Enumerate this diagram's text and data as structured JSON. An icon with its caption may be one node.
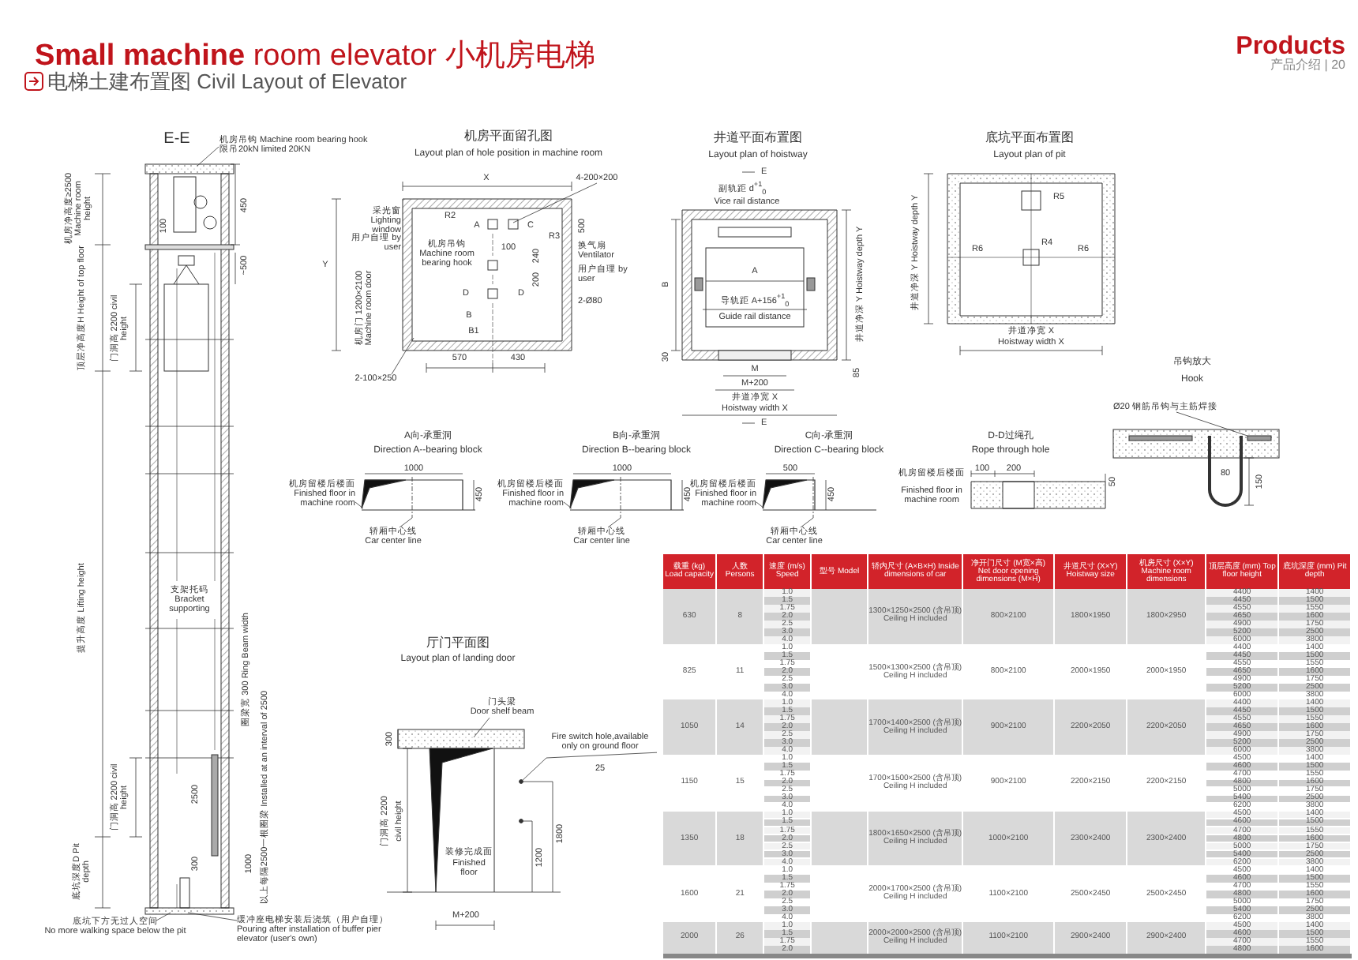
{
  "diagram": {
    "title": "**Small machine** room elevator 小机房电梯",
    "nodes": [
      {
        "text": [
          "机房吊钩 Machine room bearing hook",
          "限吊20kN limited 20KN"
        ]
      },
      {
        "text": [
          "4-200×200"
        ]
      },
      {
        "text": [
          "2-100×250"
        ]
      },
      {
        "text": [
          "Ø20 钢筋吊钩与主筋焊接"
        ]
      },
      {
        "text": [
          "机房留楼后楼面",
          "Finished floor in machine room"
        ]
      },
      {
        "text": [
          "轿厢中心线",
          "Car center line"
        ]
      },
      {
        "text": [
          "机房留楼后楼面",
          "Finished floor in machine room"
        ]
      },
      {
        "text": [
          "轿厢中心线",
          "Car center line"
        ]
      },
      {
        "text": [
          "机房留楼后楼面",
          "Finished floor in machine room"
        ]
      },
      {
        "text": [
          "轿厢中心线",
          "Car center line"
        ]
      },
      {
        "text": [
          "门头梁",
          "Door shelf beam"
        ]
      },
      {
        "text": [
          "Fire switch hole,available only on ground floor"
        ]
      },
      {
        "text": [
          "底坑下方无过人空间",
          "No more walking space below the pit"
        ]
      },
      {
        "text": [
          "缓冲座电梯安装后浇筑（用户自理）",
          "Pouring after installation of buffer pier elevator (user's own)"
        ]
      },
      {
        "text": [],
        "shape": "picture"
      },
      {
        "text": [],
        "shape": "picture"
      },
      {
        "text": [],
        "shape": "picture"
      },
      {
        "text": [],
        "shape": "picture"
      },
      {
        "text": [],
        "shape": "picture"
      },
      {
        "text": [],
        "shape": "picture"
      },
      {
        "text": [],
        "shape": "picture"
      }
    ],
    "edges": [
      {
        "from": 0,
        "to": 14,
        "arrow": "none"
      },
      {
        "from": 1,
        "to": 15,
        "arrow": "none"
      },
      {
        "from": 2,
        "to": 15,
        "arrow": "none"
      },
      {
        "from": 3,
        "to": 16,
        "arrow": "none"
      },
      {
        "from": 4,
        "to": 17,
        "arrow": "none"
      },
      {
        "from": 5,
        "to": 17,
        "arrow": "none"
      },
      {
        "from": 6,
        "to": 18,
        "arrow": "none"
      },
      {
        "from": 7,
        "to": 18,
        "arrow": "none"
      },
      {
        "from": 8,
        "to": 19,
        "arrow": "none"
      },
      {
        "from": 9,
        "to": 19,
        "arrow": "none"
      },
      {
        "from": 10,
        "to": 20,
        "arrow": "none"
      },
      {
        "from": 11,
        "to": 20,
        "arrow": "none"
      },
      {
        "from": 12,
        "to": 14,
        "arrow": "none"
      },
      {
        "from": 13,
        "to": 14,
        "arrow": "none"
      }
    ],
    "labels": [
      "电梯土建布置图 Civil Layout of Elevator",
      "Products",
      "产品介绍 | 20",
      "E-E",
      "机房净高度≥2500 Machine room height",
      "100",
      "450",
      "~500",
      "顶层净高度H Height of top floor",
      "门洞高 2200 civil height",
      "提升高度 Lifting height",
      "支架托码 Bracket supporting",
      "圈梁宽 300 Ring Beam width",
      "门洞高 2200 civil height",
      "2500",
      "以上每隔2500一根圈梁 Installed at an interval of 2500",
      "底坑深度D Pit depth",
      "300",
      "1000",
      "机房平面留孔图",
      "Layout plan of hole position in machine room",
      "X",
      "采光窗 Lighting window",
      "R2",
      "A",
      "C",
      "500",
      "R3",
      "用户自理 by user",
      "机房吊钩 Machine room bearing hook",
      "100",
      "240",
      "换气扇 Ventilator",
      "Y",
      "200",
      "用户自理 by user",
      "机房门 1200×2100 Machine room door",
      "D",
      "D",
      "2-Ø80",
      "B",
      "B1",
      "570",
      "430",
      "井道平面布置图",
      "Layout plan of hoistway",
      "E",
      "副轨距 d$^{+1}$$_{0}$",
      "Vice rail distance",
      "A",
      "B",
      "井道净深 Y Hoistway depth Y",
      "导轨距 A+156$^{+1}$$_{0}$",
      "Guide rail distance",
      "30",
      "85",
      "M",
      "M+200",
      "井道净宽 X",
      "Hoistway width X",
      "E",
      "底坑平面布置图",
      "Layout plan of pit",
      "R5",
      "井道净深 Y Hoistway depth Y",
      "R6",
      "R4",
      "R6",
      "井道净宽 X",
      "Hoistway width X",
      "吊钩放大",
      "Hook",
      "80",
      "150",
      "A向-承重洞",
      "Direction A--bearing block",
      "1000",
      "450",
      "B向-承重洞",
      "Direction B--bearing block",
      "1000",
      "450",
      "C向-承重洞",
      "Direction C--bearing block",
      "500",
      "450",
      "D-D过绳孔",
      "Rope through hole",
      "机房留楼后楼面",
      "100",
      "200",
      "50",
      "Finished floor in machine room",
      "厅门平面图",
      "Layout plan of landing door",
      "300",
      "25",
      "门洞高 2200",
      "civil height",
      "装修完成面",
      "1200",
      "1800",
      "Finished floor",
      "M+200",
      "载重 (kg) Load capacity",
      "人数 Persons",
      "速度 (m/s) Speed",
      "型号 Model",
      "轿内尺寸 (A×B×H) Inside dimensions of car",
      "净开门尺寸 (M宽×高) Net door opening dimensions (M×H)",
      "井道尺寸 (X×Y) Hoistway size",
      "机房尺寸 (X×Y) Machine room dimensions",
      "顶层高度 (mm) Top floor height",
      "底坑深度 (mm) Pit depth",
      "630",
      "8",
      "1.0",
      "1300×1250×2500 (含吊顶) Ceiling H included",
      "800×2100",
      "1800×1950",
      "1800×2950",
      "4400",
      "1400",
      "1.5",
      "4450",
      "1500",
      "1.75",
      "4550",
      "1550",
      "2.0",
      "4650",
      "1600",
      "2.5",
      "4900",
      "1750",
      "3.0",
      "5200",
      "2500",
      "4.0",
      "6000",
      "3800",
      "825",
      "11",
      "1.0",
      "1500×1300×2500 (含吊顶) Ceiling H included",
      "800×2100",
      "2000×1950",
      "2000×1950",
      "4400",
      "1400",
      "1.5",
      "4450",
      "1500",
      "1.75",
      "4550",
      "1550",
      "2.0",
      "4650",
      "1600",
      "2.5",
      "4900",
      "1750",
      "3.0",
      "5200",
      "2500",
      "4.0",
      "6000",
      "3800",
      "1050",
      "14",
      "1.0",
      "1700×1400×2500 (含吊顶) Ceiling H included",
      "900×2100",
      "2200×2050",
      "2200×2050",
      "4400",
      "1400",
      "1.5",
      "4450",
      "1500",
      "1.75",
      "4550",
      "1550",
      "2.0",
      "4650",
      "1600",
      "2.5",
      "4900",
      "1750",
      "3.0",
      "5200",
      "2500",
      "4.0",
      "6000",
      "3800",
      "1150",
      "15",
      "1.0",
      "1700×1500×2500 (含吊顶) Ceiling H included",
      "900×2100",
      "2200×2150",
      "2200×2150",
      "4500",
      "1400",
      "1.5",
      "4600",
      "1500",
      "1.75",
      "4700",
      "1550",
      "2.0",
      "4800",
      "1600",
      "2.5",
      "5000",
      "1750",
      "3.0",
      "5400",
      "2500",
      "4.0",
      "6200",
      "3800",
      "1350",
      "18",
      "1.0",
      "1800×1650×2500 (含吊顶) Ceiling H included",
      "1000×2100",
      "2300×2400",
      "2300×2400",
      "4500",
      "1400",
      "1.5",
      "4600",
      "1500",
      "1.75",
      "4700",
      "1550",
      "2.0",
      "4800",
      "1600",
      "2.5",
      "5000",
      "1750",
      "3.0",
      "5400",
      "2500",
      "4.0",
      "6200",
      "3800",
      "1600",
      "21",
      "1.0",
      "2000×1700×2500 (含吊顶) Ceiling H included",
      "1100×2100",
      "2500×2450",
      "2500×2450",
      "4500",
      "1400",
      "1.5",
      "4600",
      "1500",
      "1.75",
      "4700",
      "1550",
      "2.0",
      "4800",
      "1600",
      "2.5",
      "5000",
      "1750",
      "3.0",
      "5400",
      "2500",
      "4.0",
      "6200",
      "3800",
      "2000",
      "26",
      "1.0",
      "2000×2000×2500 (含吊顶) Ceiling H included",
      "1100×2100",
      "2900×2400",
      "2900×2400",
      "4500",
      "1400",
      "1.5",
      "4600",
      "1500",
      "1.75",
      "4700",
      "1550",
      "2.0",
      "4800",
      "1600"
    ]
  }
}
